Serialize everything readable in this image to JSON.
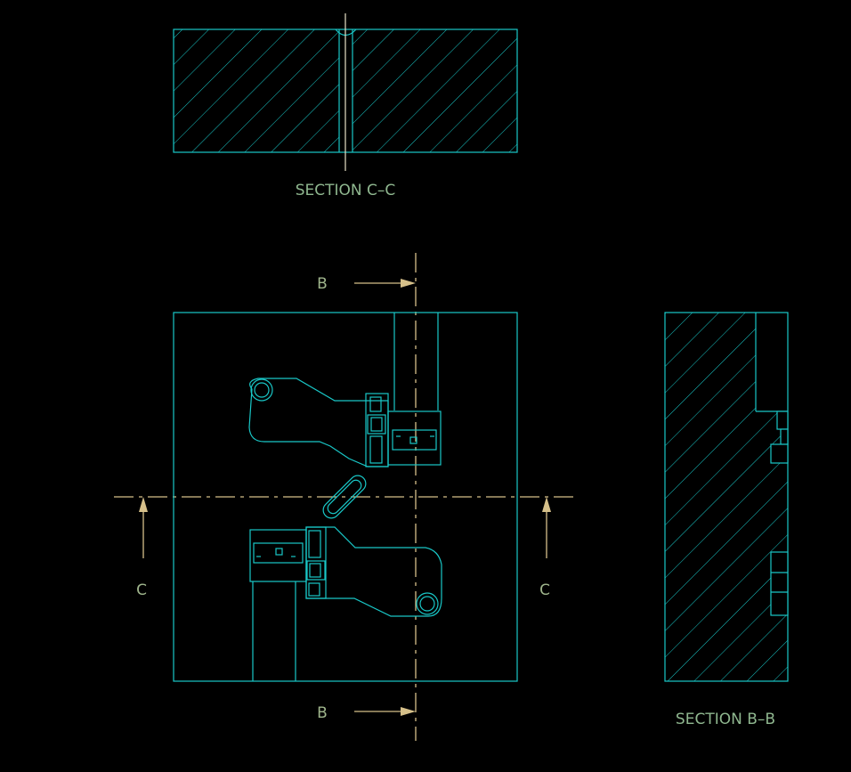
{
  "colors": {
    "background": "#000000",
    "outline": "#19c7c7",
    "centerline": "#d6c08a",
    "label_text": "#8fb78f",
    "view_letter": "#9fb58c"
  },
  "labels": {
    "section_c": "SECTION C–C",
    "section_b": "SECTION B–B",
    "cut_b_top": "B",
    "cut_b_bottom": "B",
    "cut_c_left": "C",
    "cut_c_right": "C"
  }
}
